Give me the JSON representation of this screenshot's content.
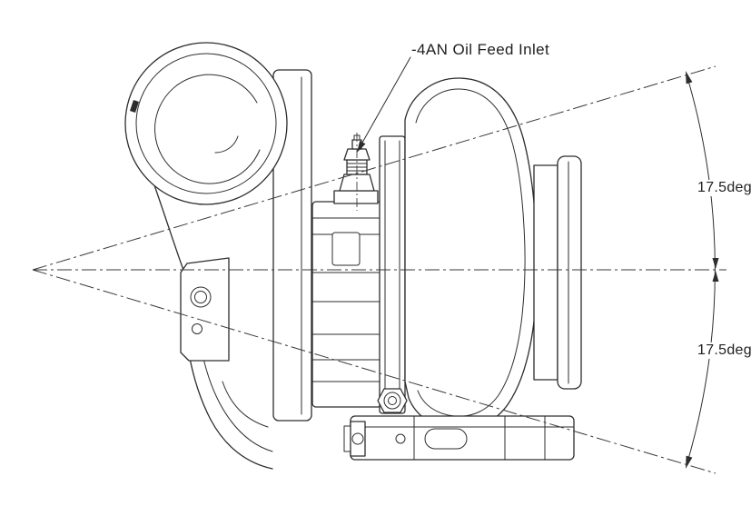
{
  "page": {
    "background": "#ffffff",
    "line_color": "#2d2d2d",
    "text_color": "#1f1f1f"
  },
  "drawing": {
    "type": "engineering-drawing",
    "annotations": {
      "oil_feed_label": "-4AN Oil Feed Inlet",
      "angle_top": "17.5deg",
      "angle_bottom": "17.5deg"
    },
    "parts": [
      "compressor-inlet",
      "compressor-housing",
      "mounting-bracket",
      "center-bearing-housing",
      "oil-feed-fitting",
      "turbine-inlet-flange",
      "turbine-housing",
      "v-band-outlet-flange",
      "v-band-clamp"
    ]
  }
}
